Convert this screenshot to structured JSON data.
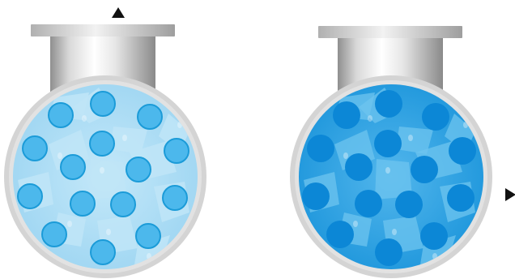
{
  "figure": {
    "vessels": [
      {
        "key": "left",
        "tint": "light",
        "bead_count": 15
      },
      {
        "key": "right",
        "tint": "saturated",
        "bead_count": 15
      }
    ],
    "arrows": [
      {
        "key": "top",
        "direction": "up"
      },
      {
        "key": "right",
        "direction": "right"
      }
    ],
    "colors": {
      "left_fill": "#a8dcf5",
      "left_bead": "#4cb8ec",
      "left_bead_edge": "#1b9bd8",
      "left_crystal": "#bfe5f7",
      "right_fill": "#29a3e6",
      "right_bead": "#0c87d6",
      "right_crystal": "#6ec4ef",
      "rim": "#d7d7d7",
      "pipe_light": "#f7f7f7",
      "pipe_dark": "#9b9b9b",
      "arrow": "#111111"
    }
  }
}
